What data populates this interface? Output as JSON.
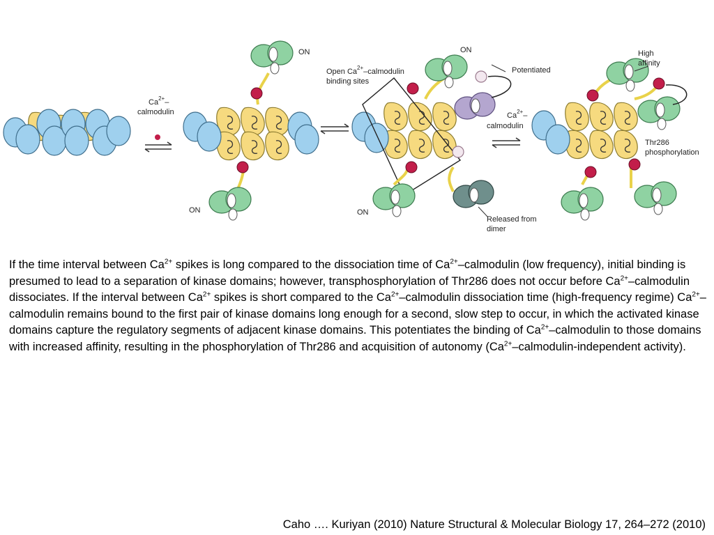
{
  "figure": {
    "labels": {
      "ca_left_top": "Ca",
      "ca_left_sup": "2+",
      "ca_left_dash": "–",
      "ca_left_bottom": "calmodulin",
      "on_top1": "ON",
      "on_bottom1": "ON",
      "open_sites_line1": "Open Ca",
      "open_sites_sup": "2+",
      "open_sites_line1b": "–calmodulin",
      "open_sites_line2": "binding sites",
      "on_top2": "ON",
      "potentiated": "Potentiated",
      "ca_right_top": "Ca",
      "ca_right_sup": "2+",
      "ca_right_dash": "–",
      "ca_right_bottom": "calmodulin",
      "on_bottom2": "ON",
      "released_line1": "Released from",
      "released_line2": "dimer",
      "high_line1": "High",
      "high_line2": "affinity",
      "thr_line1": "Thr286",
      "thr_line2": "phosphorylation"
    },
    "colors": {
      "hub_blue": "#9fd0ee",
      "kinase_yellow": "#f6da7f",
      "calmodulin_green": "#8fd2a2",
      "potentiated_purple": "#b4a6cf",
      "released_gray": "#6f8f8c",
      "calcium_red": "#c21e4a",
      "linker_yellow": "#e9d24a",
      "phospho_pink": "#e8a3b6"
    }
  },
  "caption": {
    "p1": "If the time interval between Ca",
    "s1": "2+",
    "p2": " spikes is long compared to the dissociation time of Ca",
    "s2": "2+",
    "p3": "–calmodulin (low frequency), initial binding is presumed to lead to a separation of kinase domains; however, transphosphorylation of Thr286 does not occur before Ca",
    "s3": "2+",
    "p4": "–calmodulin dissociates. If the interval between Ca",
    "s4": "2+",
    "p5": " spikes is short compared to the Ca",
    "s5": "2+",
    "p6": "–calmodulin dissociation time (high-frequency regime) Ca",
    "s6": "2+",
    "p7": "–calmodulin remains bound to the first pair of kinase domains long enough for a second, slow step to occur, in which the activated kinase domains capture the regulatory segments of adjacent kinase domains. This potentiates the binding of Ca",
    "s7": "2+",
    "p8": "–calmodulin to those domains with increased affinity, resulting in the phosphorylation of Thr286 and acquisition of autonomy (Ca",
    "s8": "2+",
    "p9": "–calmodulin-independent activity)."
  },
  "citation": "Caho …. Kuriyan (2010) Nature Structural & Molecular Biology 17, 264–272 (2010)"
}
